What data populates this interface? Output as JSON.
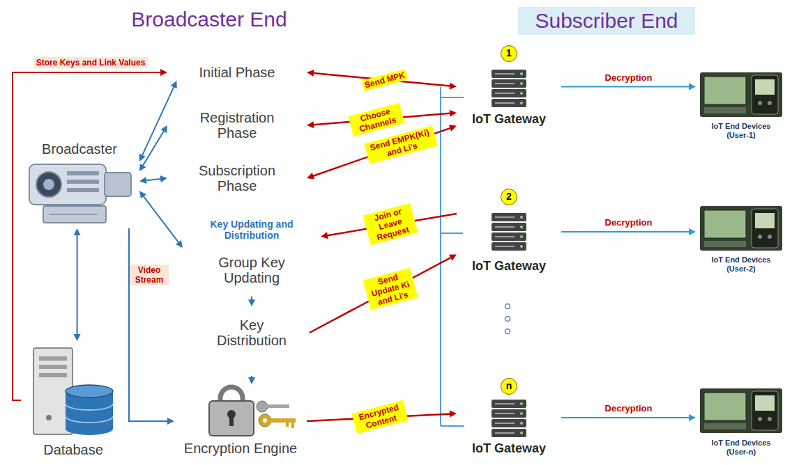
{
  "diagram": {
    "nodes": [
      {
        "text": [
          "Broadcaster End"
        ]
      },
      {
        "text": [
          "Subscriber End"
        ]
      },
      {
        "text": [
          "Initial Phase"
        ],
        "in": 0
      },
      {
        "text": [
          "Registration Phase"
        ],
        "in": 0
      },
      {
        "text": [
          "Subscription Phase"
        ],
        "in": 0
      },
      {
        "text": [
          "Broadcaster"
        ],
        "in": 0
      },
      {
        "text": [
          "Key Updating and Distribution"
        ],
        "in": 0
      },
      {
        "text": [
          "Group Key Updating"
        ],
        "in": 6
      },
      {
        "text": [
          "Key Distribution"
        ],
        "in": 6
      },
      {
        "text": [
          "Database"
        ],
        "in": 0
      },
      {
        "text": [
          "Encryption Engine"
        ],
        "in": 0
      },
      {
        "text": [
          "1",
          "IoT Gateway"
        ],
        "in": 1
      },
      {
        "text": [
          "2",
          "IoT Gateway"
        ],
        "in": 1
      },
      {
        "text": [
          "n",
          "IoT Gateway"
        ],
        "in": 1
      },
      {
        "text": [
          "IoT End Devices (User-1)"
        ],
        "in": 1
      },
      {
        "text": [
          "IoT End Devices (User-2)"
        ],
        "in": 1
      },
      {
        "text": [
          "IoT End Devices (User-n)"
        ],
        "in": 1
      }
    ],
    "edges": [
      {
        "from": 9,
        "to": 2,
        "label": "Store Keys and Link Values",
        "arrow": "to"
      },
      {
        "from": 5,
        "to": 2,
        "arrow": "both"
      },
      {
        "from": 5,
        "to": 3,
        "arrow": "both"
      },
      {
        "from": 5,
        "to": 4,
        "arrow": "both"
      },
      {
        "from": 5,
        "to": 6,
        "arrow": "both"
      },
      {
        "from": 5,
        "to": 9,
        "arrow": "both"
      },
      {
        "from": 5,
        "to": 10,
        "label": "Video Stream",
        "arrow": "to"
      },
      {
        "from": 7,
        "to": 8,
        "arrow": "to"
      },
      {
        "from": 6,
        "to": 10,
        "arrow": "to"
      },
      {
        "from": 2,
        "to": 11,
        "label": "Send MPK",
        "arrow": "both"
      },
      {
        "from": 3,
        "to": 11,
        "label": "Choose Channels",
        "arrow": "both"
      },
      {
        "from": 4,
        "to": 11,
        "label": "Send EMPK(Ki) and Li's",
        "arrow": "both"
      },
      {
        "from": 12,
        "to": 6,
        "label": "Join or Leave Request",
        "arrow": "to"
      },
      {
        "from": 8,
        "to": 12,
        "label": "Send Update Ki and Li's",
        "arrow": "to"
      },
      {
        "from": 10,
        "to": 13,
        "label": "Encrypted Content",
        "arrow": "to"
      },
      {
        "from": 11,
        "to": 14,
        "label": "Decryption",
        "arrow": "to"
      },
      {
        "from": 12,
        "to": 15,
        "label": "Decryption",
        "arrow": "to"
      },
      {
        "from": 13,
        "to": 16,
        "label": "Decryption",
        "arrow": "to"
      }
    ]
  }
}
